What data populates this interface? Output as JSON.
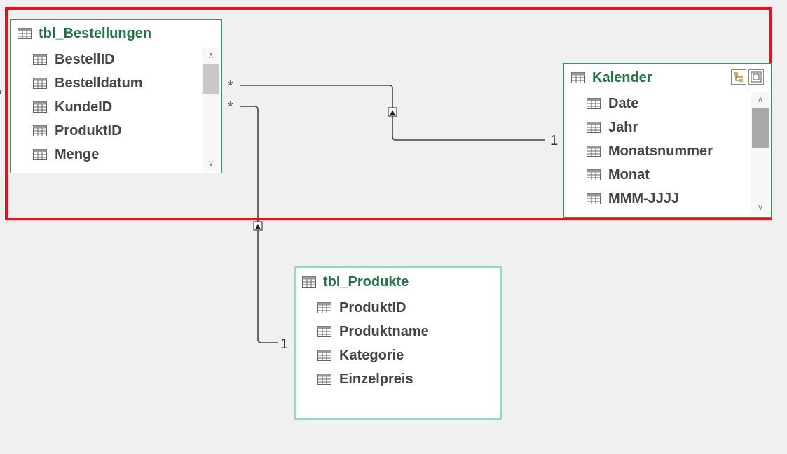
{
  "colors": {
    "background": "#f0f0f0",
    "table_title": "#217346",
    "highlight": "#e3121d",
    "selected_border": "#a1d6b8",
    "line": "#444444"
  },
  "tables": {
    "bestellungen": {
      "title": "tbl_Bestellungen",
      "fields": [
        "BestellID",
        "Bestelldatum",
        "KundeID",
        "ProduktID",
        "Menge"
      ]
    },
    "kalender": {
      "title": "Kalender",
      "fields": [
        "Date",
        "Jahr",
        "Monatsnummer",
        "Monat",
        "MMM-JJJJ"
      ]
    },
    "produkte": {
      "title": "tbl_Produkte",
      "fields": [
        "ProduktID",
        "Produktname",
        "Kategorie",
        "Einzelpreis"
      ]
    }
  },
  "relationships": [
    {
      "from": "tbl_Bestellungen",
      "to": "Kalender",
      "from_card": "*",
      "to_card": "1"
    },
    {
      "from": "tbl_Bestellungen",
      "to": "tbl_Produkte",
      "from_card": "*",
      "to_card": "1"
    }
  ],
  "edge_marks": {
    "left_partial": "*"
  }
}
